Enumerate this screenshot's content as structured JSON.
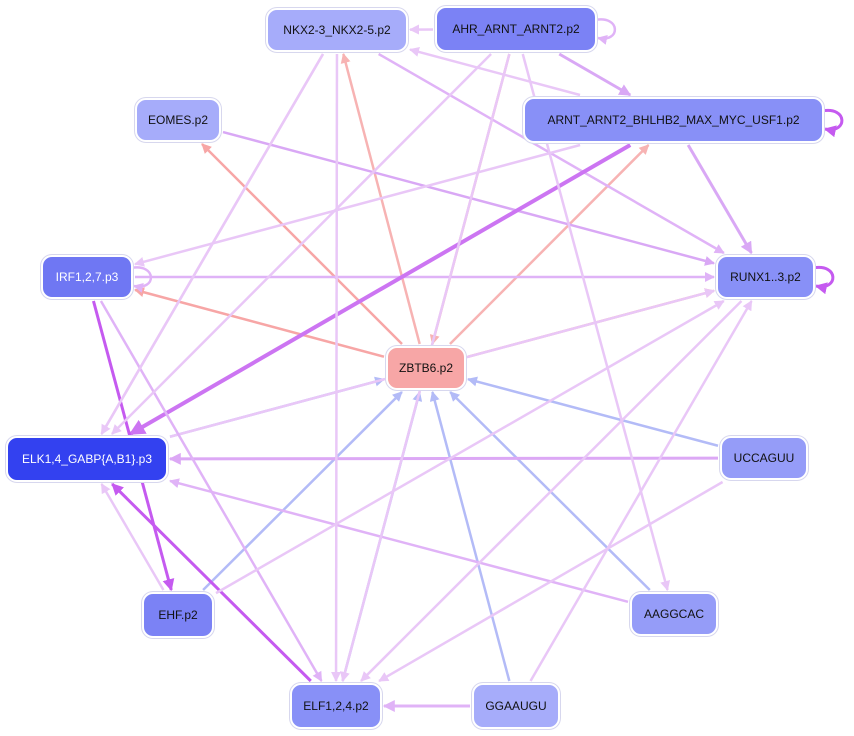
{
  "nodes": {
    "nkx": {
      "label": "NKX2-3_NKX2-5.p2",
      "color": "#a6acfa"
    },
    "ahr": {
      "label": "AHR_ARNT_ARNT2.p2",
      "color": "#7b82f5"
    },
    "eomes": {
      "label": "EOMES.p2",
      "color": "#a6acfa"
    },
    "arnt": {
      "label": "ARNT_ARNT2_BHLHB2_MAX_MYC_USF1.p2",
      "color": "#8890f7"
    },
    "irf": {
      "label": "IRF1,2,7.p3",
      "color": "#6f77f3"
    },
    "runx": {
      "label": "RUNX1..3.p2",
      "color": "#8890f7"
    },
    "zbtb": {
      "label": "ZBTB6.p2",
      "color": "#f7a6a6"
    },
    "elk": {
      "label": "ELK1,4_GABP{A,B1}.p3",
      "color": "#3341f0"
    },
    "uccaguu": {
      "label": "UCCAGUU",
      "color": "#959cf8"
    },
    "ehf": {
      "label": "EHF.p2",
      "color": "#7b82f5"
    },
    "aaggcac": {
      "label": "AAGGCAC",
      "color": "#959cf8"
    },
    "elf": {
      "label": "ELF1,2,4.p2",
      "color": "#8890f7"
    },
    "ggaaugu": {
      "label": "GGAAUGU",
      "color": "#a6acfa"
    }
  },
  "edges": [
    {
      "from": "zbtb",
      "to": "nkx",
      "color": "#f7b3b3",
      "width": 2.5
    },
    {
      "from": "zbtb",
      "to": "eomes",
      "color": "#f7a6a6",
      "width": 2.5
    },
    {
      "from": "zbtb",
      "to": "irf",
      "color": "#f7a6a6",
      "width": 2.5
    },
    {
      "from": "zbtb",
      "to": "arnt",
      "color": "#f7b3b3",
      "width": 2.5
    },
    {
      "from": "zbtb",
      "to": "runx",
      "color": "#f7b3b3",
      "width": 2.5
    },
    {
      "from": "ahr",
      "to": "zbtb",
      "color": "#f7b3b3",
      "width": 2.5
    },
    {
      "from": "elk",
      "to": "zbtb",
      "color": "#b3bbf7",
      "width": 2.5
    },
    {
      "from": "uccaguu",
      "to": "zbtb",
      "color": "#b3bbf7",
      "width": 2.5
    },
    {
      "from": "aaggcac",
      "to": "zbtb",
      "color": "#b3bbf7",
      "width": 2.5
    },
    {
      "from": "ggaaugu",
      "to": "zbtb",
      "color": "#b3bbf7",
      "width": 2.5
    },
    {
      "from": "elf",
      "to": "zbtb",
      "color": "#b3bbf7",
      "width": 2.5
    },
    {
      "from": "ehf",
      "to": "zbtb",
      "color": "#b3bbf7",
      "width": 2.5
    },
    {
      "from": "ahr",
      "to": "nkx",
      "color": "#e9c7f7",
      "width": 2.5
    },
    {
      "from": "ahr",
      "to": "arnt",
      "color": "#d9a8f5",
      "width": 3
    },
    {
      "from": "nkx",
      "to": "runx",
      "color": "#e0b3f7",
      "width": 2.5
    },
    {
      "from": "arnt",
      "to": "runx",
      "color": "#d9a8f5",
      "width": 3
    },
    {
      "from": "eomes",
      "to": "runx",
      "color": "#d9a8f5",
      "width": 2.5
    },
    {
      "from": "irf",
      "to": "runx",
      "color": "#dfb3f7",
      "width": 2.5
    },
    {
      "from": "elk",
      "to": "runx",
      "color": "#e9c7f7",
      "width": 2.5
    },
    {
      "from": "uccaguu",
      "to": "elk",
      "color": "#dca8f5",
      "width": 3
    },
    {
      "from": "aaggcac",
      "to": "elk",
      "color": "#e0b3f7",
      "width": 2.5
    },
    {
      "from": "elf",
      "to": "elk",
      "color": "#c55af0",
      "width": 3
    },
    {
      "from": "arnt",
      "to": "elk",
      "color": "#cc75f2",
      "width": 4
    },
    {
      "from": "irf",
      "to": "ehf",
      "color": "#c55af0",
      "width": 3
    },
    {
      "from": "ggaaugu",
      "to": "elf",
      "color": "#e0b3f7",
      "width": 3
    },
    {
      "from": "nkx",
      "to": "elf",
      "color": "#e9c7f7",
      "width": 2.5
    },
    {
      "from": "irf",
      "to": "elf",
      "color": "#e0b3f7",
      "width": 2.5
    },
    {
      "from": "ahr",
      "to": "elf",
      "color": "#e9c7f7",
      "width": 2.5
    },
    {
      "from": "runx",
      "to": "elf",
      "color": "#e9c7f7",
      "width": 2.5
    },
    {
      "from": "uccaguu",
      "to": "elf",
      "color": "#e9c7f7",
      "width": 2.5
    },
    {
      "from": "ahr",
      "to": "elk",
      "color": "#e9c7f7",
      "width": 2.5
    },
    {
      "from": "nkx",
      "to": "elk",
      "color": "#e9c7f7",
      "width": 2.5
    },
    {
      "from": "ehf",
      "to": "elk",
      "color": "#e9c7f7",
      "width": 2.5
    },
    {
      "from": "ehf",
      "to": "runx",
      "color": "#e9c7f7",
      "width": 2.5
    },
    {
      "from": "ggaaugu",
      "to": "runx",
      "color": "#e9c7f7",
      "width": 2.5
    },
    {
      "from": "arnt",
      "to": "irf",
      "color": "#e9c7f7",
      "width": 2.5
    },
    {
      "from": "arnt",
      "to": "nkx",
      "color": "#e9c7f7",
      "width": 2.5
    },
    {
      "from": "nkx",
      "to": "elk",
      "color": "#e9c7f7",
      "width": 2.5
    },
    {
      "from": "ahr",
      "to": "aaggcac",
      "color": "#e9c7f7",
      "width": 2.5
    }
  ],
  "self_loops": [
    {
      "node": "ahr",
      "color": "#e0b3f7",
      "width": 2.5
    },
    {
      "node": "arnt",
      "color": "#c55af0",
      "width": 3
    },
    {
      "node": "irf",
      "color": "#e0b3f7",
      "width": 2.5
    },
    {
      "node": "runx",
      "color": "#c55af0",
      "width": 3
    }
  ]
}
